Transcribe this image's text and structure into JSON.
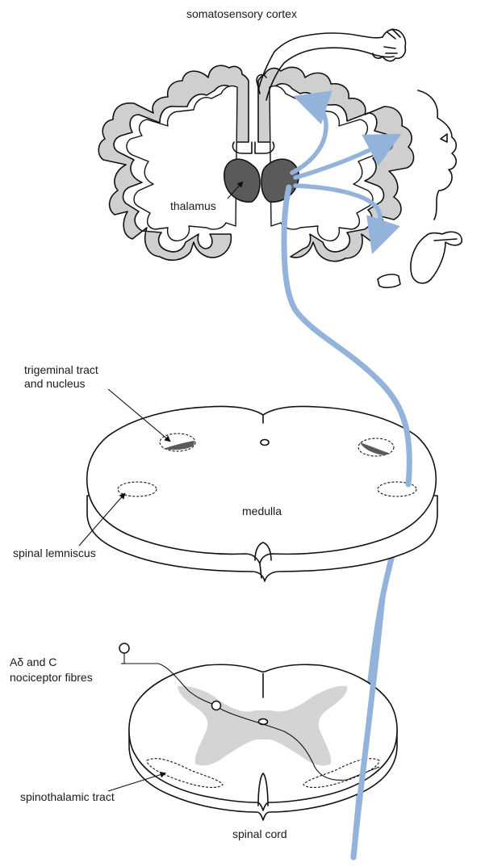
{
  "labels": {
    "somatosensory_cortex": "somatosensory cortex",
    "thalamus": "thalamus",
    "trigeminal_line1": "trigeminal tract",
    "trigeminal_line2": "and nucleus",
    "medulla": "medulla",
    "spinal_lemniscus": "spinal lemniscus",
    "nociceptor_line1": "Aδ and C",
    "nociceptor_line2": "nociceptor fibres",
    "spinothalamic_tract": "spinothalamic tract",
    "spinal_cord": "spinal cord"
  },
  "colors": {
    "pathway": "#94b3da",
    "cortex_gray": "#cfcfcf",
    "thalamus_dark": "#5a5a5a",
    "grey_matter": "#d4d4d4"
  }
}
